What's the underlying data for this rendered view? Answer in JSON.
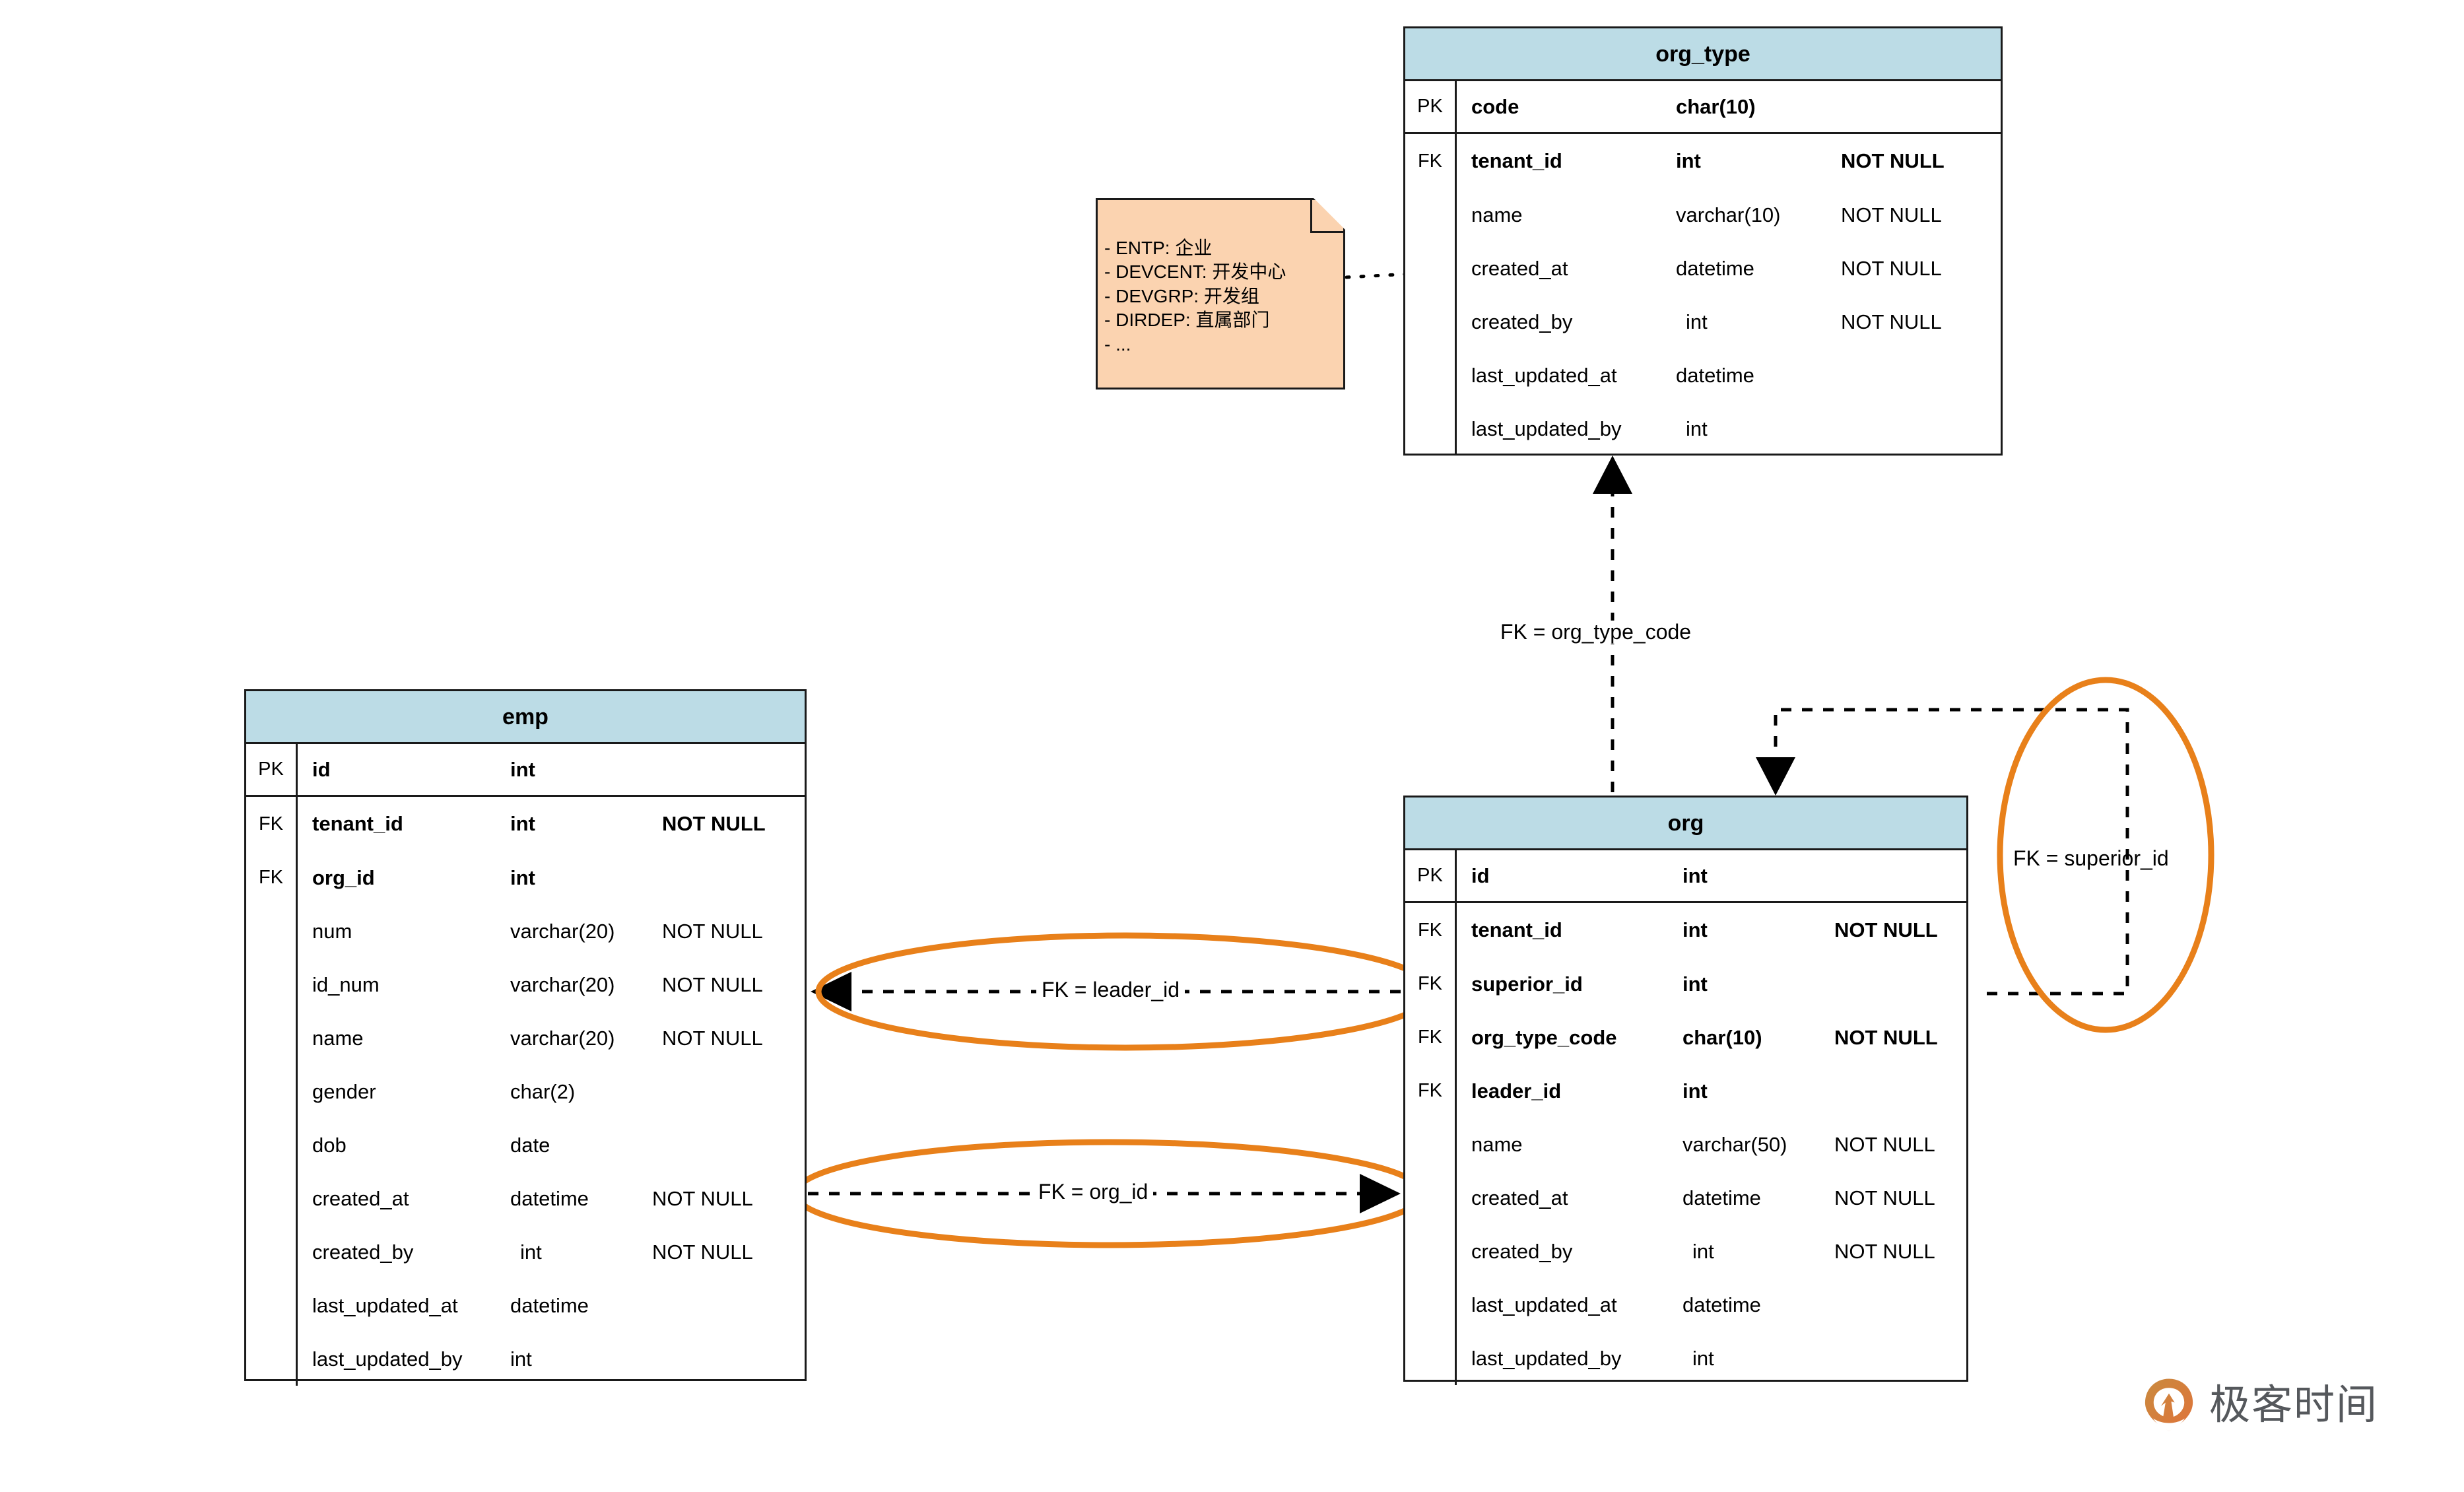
{
  "diagram": {
    "title": "org / org_type / emp ER diagram",
    "colors": {
      "entity_header": "#bcdce6",
      "note_fill": "#fbd3b0",
      "highlight": "#e8801a",
      "line": "#1a1a1a"
    }
  },
  "entities": [
    {
      "id": "org_type",
      "name": "org_type",
      "columns": [
        {
          "key": "PK",
          "name": "code",
          "type": "char(10)",
          "nullability": "",
          "bold": true
        },
        {
          "key": "FK",
          "name": "tenant_id",
          "type": "int",
          "nullability": "NOT NULL",
          "bold": true
        },
        {
          "key": "",
          "name": "name",
          "type": "varchar(10)",
          "nullability": "NOT NULL",
          "bold": false
        },
        {
          "key": "",
          "name": "created_at",
          "type": "datetime",
          "nullability": "NOT NULL",
          "bold": false
        },
        {
          "key": "",
          "name": "created_by",
          "type": "int",
          "nullability": "NOT NULL",
          "bold": false
        },
        {
          "key": "",
          "name": "last_updated_at",
          "type": "datetime",
          "nullability": "",
          "bold": false
        },
        {
          "key": "",
          "name": "last_updated_by",
          "type": "int",
          "nullability": "",
          "bold": false
        }
      ]
    },
    {
      "id": "emp",
      "name": "emp",
      "columns": [
        {
          "key": "PK",
          "name": "id",
          "type": "int",
          "nullability": "",
          "bold": true
        },
        {
          "key": "FK",
          "name": "tenant_id",
          "type": "int",
          "nullability": "NOT NULL",
          "bold": true
        },
        {
          "key": "FK",
          "name": "org_id",
          "type": "int",
          "nullability": "",
          "bold": true
        },
        {
          "key": "",
          "name": "num",
          "type": "varchar(20)",
          "nullability": "NOT NULL",
          "bold": false
        },
        {
          "key": "",
          "name": "id_num",
          "type": "varchar(20)",
          "nullability": "NOT NULL",
          "bold": false
        },
        {
          "key": "",
          "name": "name",
          "type": "varchar(20)",
          "nullability": "NOT NULL",
          "bold": false
        },
        {
          "key": "",
          "name": "gender",
          "type": "char(2)",
          "nullability": "",
          "bold": false
        },
        {
          "key": "",
          "name": "dob",
          "type": "date",
          "nullability": "",
          "bold": false
        },
        {
          "key": "",
          "name": "created_at",
          "type": "datetime",
          "nullability": "NOT NULL",
          "bold": false
        },
        {
          "key": "",
          "name": "created_by",
          "type": "int",
          "nullability": "NOT NULL",
          "bold": false
        },
        {
          "key": "",
          "name": "last_updated_at",
          "type": "datetime",
          "nullability": "",
          "bold": false
        },
        {
          "key": "",
          "name": "last_updated_by",
          "type": "int",
          "nullability": "",
          "bold": false
        }
      ]
    },
    {
      "id": "org",
      "name": "org",
      "columns": [
        {
          "key": "PK",
          "name": "id",
          "type": "int",
          "nullability": "",
          "bold": true
        },
        {
          "key": "FK",
          "name": "tenant_id",
          "type": "int",
          "nullability": "NOT NULL",
          "bold": true
        },
        {
          "key": "FK",
          "name": "superior_id",
          "type": "int",
          "nullability": "",
          "bold": true
        },
        {
          "key": "FK",
          "name": "org_type_code",
          "type": "char(10)",
          "nullability": "NOT NULL",
          "bold": true
        },
        {
          "key": "FK",
          "name": "leader_id",
          "type": "int",
          "nullability": "",
          "bold": true
        },
        {
          "key": "",
          "name": "name",
          "type": "varchar(50)",
          "nullability": "NOT NULL",
          "bold": false
        },
        {
          "key": "",
          "name": "created_at",
          "type": "datetime",
          "nullability": "NOT NULL",
          "bold": false
        },
        {
          "key": "",
          "name": "created_by",
          "type": "int",
          "nullability": "NOT NULL",
          "bold": false
        },
        {
          "key": "",
          "name": "last_updated_at",
          "type": "datetime",
          "nullability": "",
          "bold": false
        },
        {
          "key": "",
          "name": "last_updated_by",
          "type": "int",
          "nullability": "",
          "bold": false
        }
      ]
    }
  ],
  "note": {
    "lines": [
      "- ENTP: 企业",
      "- DEVCENT: 开发中心",
      "- DEVGRP: 开发组",
      "- DIRDEP: 直属部门",
      "- ..."
    ]
  },
  "relationships": [
    {
      "id": "org_type_code",
      "label": "FK = org_type_code",
      "from": "org",
      "to": "org_type"
    },
    {
      "id": "superior_id",
      "label": "FK = superior_id",
      "from": "org",
      "to": "org"
    },
    {
      "id": "leader_id",
      "label": "FK = leader_id",
      "from": "org",
      "to": "emp"
    },
    {
      "id": "org_id",
      "label": "FK = org_id",
      "from": "emp",
      "to": "org"
    }
  ],
  "watermark": {
    "text": "极客时间"
  }
}
